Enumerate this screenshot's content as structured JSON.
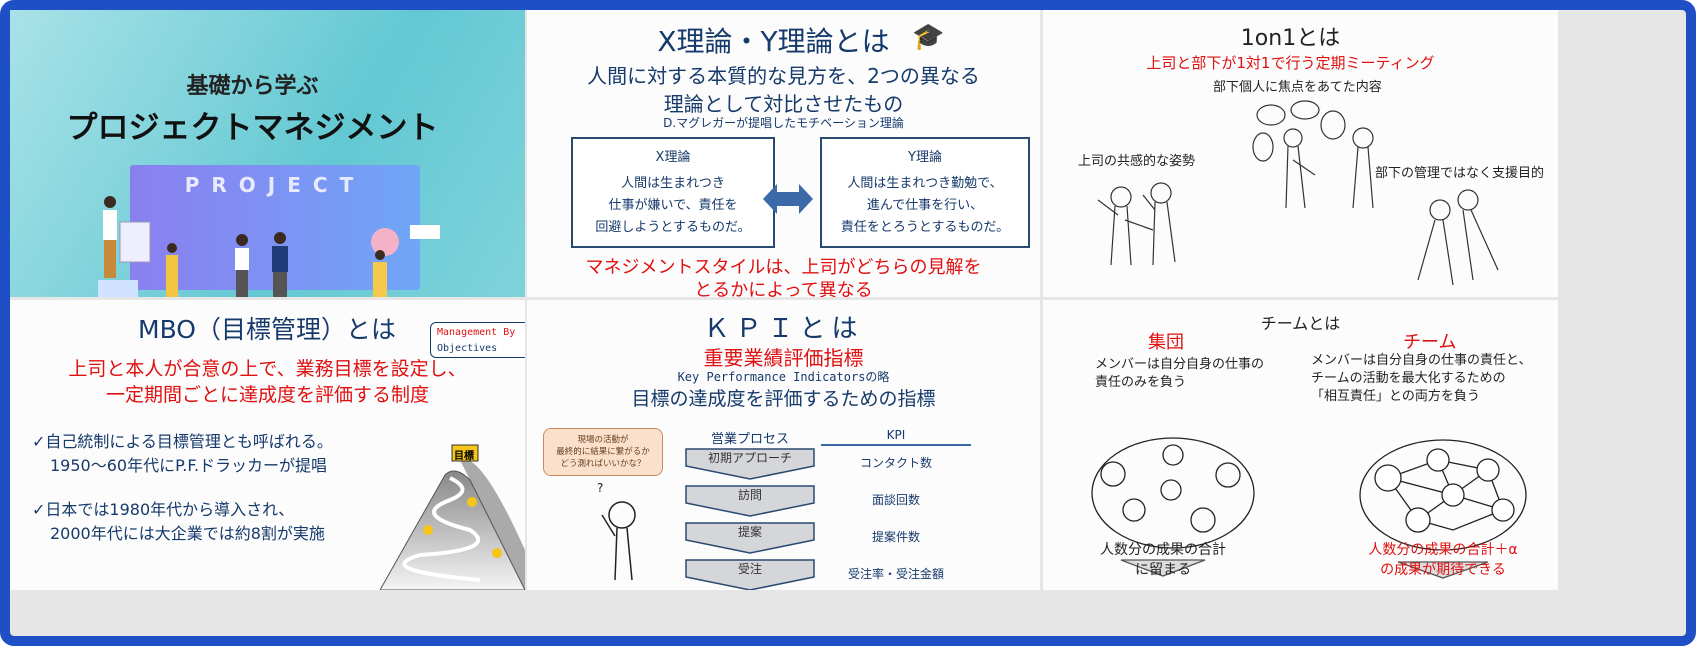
{
  "hero": {
    "subtitle": "基礎から学ぶ",
    "title": "プロジェクトマネジメント",
    "screen_label": "PROJECT"
  },
  "xy": {
    "title": "X理論・Y理論とは",
    "icon": "graduation-cap-icon",
    "desc1": "人間に対する本質的な見方を、2つの異なる",
    "desc2": "理論として対比させたもの",
    "note": "D.マグレガーが提唱したモチベーション理論",
    "x": {
      "label": "X理論",
      "lines": [
        "人間は生まれつき",
        "仕事が嫌いで、責任を",
        "回避しようとするものだ。"
      ]
    },
    "y": {
      "label": "Y理論",
      "lines": [
        "人間は生まれつき勤勉で、",
        "進んで仕事を行い、",
        "責任をとろうとするものだ。"
      ]
    },
    "conclusion1": "マネジメントスタイルは、上司がどちらの見解を",
    "conclusion2": "とるかによって異なる"
  },
  "oneonone": {
    "title": "1on1とは",
    "subtitle": "上司と部下が1対1で行う定期ミーティング",
    "point1": "部下個人に焦点をあてた内容",
    "point2": "上司の共感的な姿勢",
    "point3": "部下の管理ではなく支援目的"
  },
  "mbo": {
    "title": "MBO（目標管理）とは",
    "bubble1": "Management By",
    "bubble2": "Objectives",
    "def1": "上司と本人が合意の上で、業務目標を設定し、",
    "def2": "一定期間ごとに達成度を評価する制度",
    "bullets": [
      {
        "l1": "✓自己統制による目標管理とも呼ばれる。",
        "l2": "1950～60年代にP.F.ドラッカーが提唱"
      },
      {
        "l1": "✓日本では1980年代から導入され、",
        "l2": "2000年代には大企業では約8割が実施"
      }
    ],
    "flag": "目標"
  },
  "kpi": {
    "title": "ＫＰＩとは",
    "jp": "重要業績評価指標",
    "en": "Key Performance Indicatorsの略",
    "desc": "目標の達成度を評価するための指標",
    "bubble": [
      "現場の活動が",
      "最終的に結果に繋がるか",
      "どう測ればいいかな？"
    ],
    "process_header": "営業プロセス",
    "kpi_header": "KPI",
    "steps": [
      "初期アプローチ",
      "訪問",
      "提案",
      "受注"
    ],
    "kpis": [
      "コンタクト数",
      "面談回数",
      "提案件数",
      "受注率・受注金額"
    ]
  },
  "team": {
    "title": "チームとは",
    "group": {
      "label": "集団",
      "desc1": "メンバーは自分自身の仕事の",
      "desc2": "責任のみを負う",
      "result1": "人数分の成果の合計",
      "result2": "に留まる"
    },
    "team": {
      "label": "チーム",
      "desc1": "メンバーは自分自身の仕事の責任と、",
      "desc2": "チームの活動を最大化するための",
      "desc3": "「相互責任」との両方を負う",
      "result1": "人数分の成果の合計＋α",
      "result2": "の成果が期待できる"
    }
  }
}
